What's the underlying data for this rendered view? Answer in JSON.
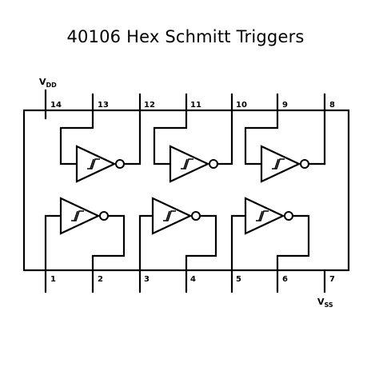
{
  "title": "40106 Hex Schmitt Triggers",
  "supply": {
    "vdd": {
      "main": "V",
      "sub": "DD"
    },
    "vss": {
      "main": "V",
      "sub": "SS"
    }
  },
  "pins": {
    "top": [
      "14",
      "13",
      "12",
      "11",
      "10",
      "9",
      "8"
    ],
    "bottom": [
      "1",
      "2",
      "3",
      "4",
      "5",
      "6",
      "7"
    ]
  },
  "gate_count": 6,
  "gate_symbol": "schmitt-trigger-inverter"
}
